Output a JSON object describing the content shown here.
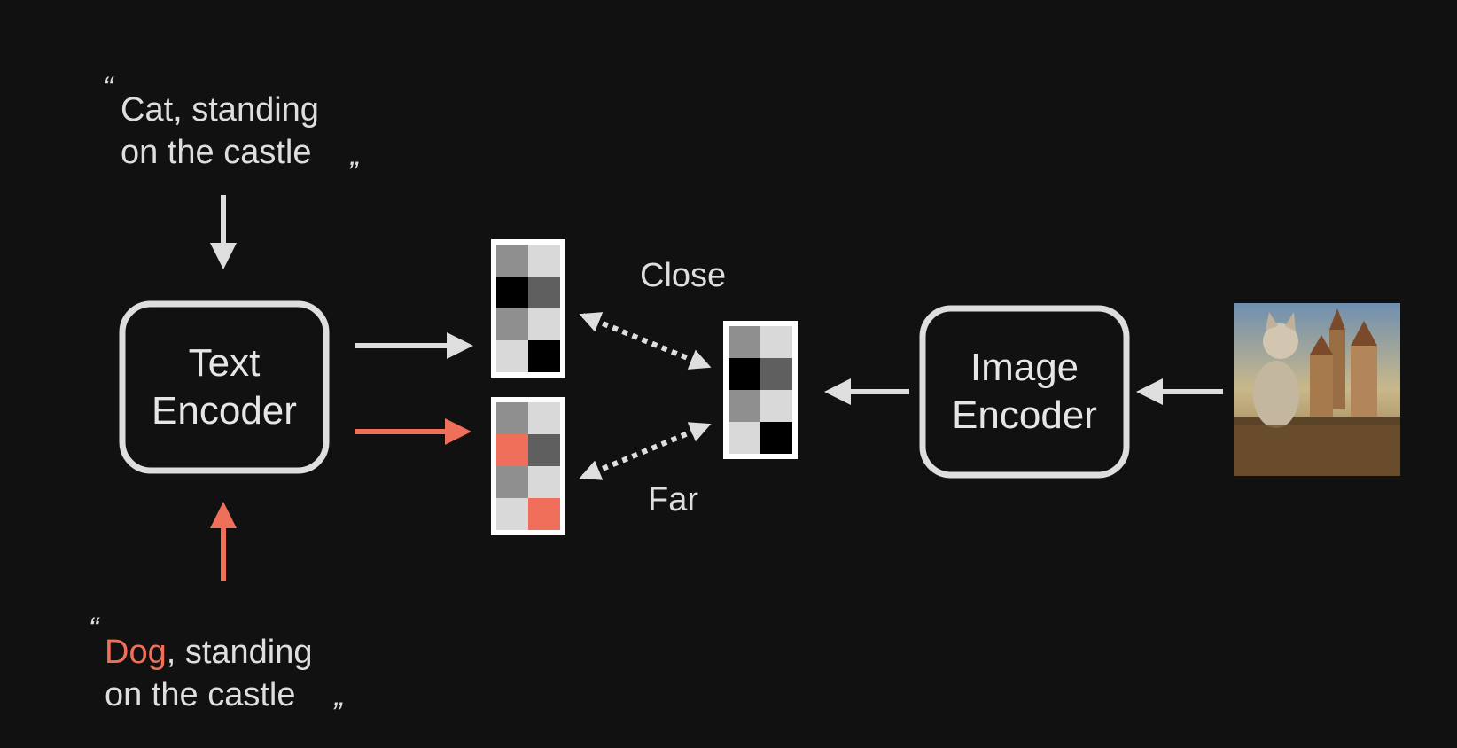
{
  "colors": {
    "background": "#111111",
    "foreground": "#dedede",
    "accent": "#ef6f5a",
    "cell_light": "#d9d9d9",
    "cell_mid": "#8f8f8f",
    "cell_dark": "#5f5f5f",
    "cell_black": "#000000"
  },
  "prompts": {
    "positive": {
      "open_quote": "“",
      "line1": "Cat, standing",
      "line2": "on the castle",
      "close_quote": "”"
    },
    "negative": {
      "open_quote": "“",
      "highlight": "Dog",
      "line1_rest": ", standing",
      "line2": "on the castle",
      "close_quote": "”"
    }
  },
  "encoders": {
    "text": {
      "line1": "Text",
      "line2": "Encoder"
    },
    "image": {
      "line1": "Image",
      "line2": "Encoder"
    }
  },
  "labels": {
    "close": "Close",
    "far": "Far"
  },
  "embeddings": {
    "cat_text": [
      "mid",
      "light",
      "black",
      "dark",
      "mid",
      "light",
      "light",
      "black"
    ],
    "dog_text": [
      "mid",
      "light",
      "accent",
      "dark",
      "mid",
      "light",
      "light",
      "accent"
    ],
    "image": [
      "mid",
      "light",
      "black",
      "dark",
      "mid",
      "light",
      "light",
      "black"
    ]
  },
  "image_icon": "cat-on-castle-painting"
}
